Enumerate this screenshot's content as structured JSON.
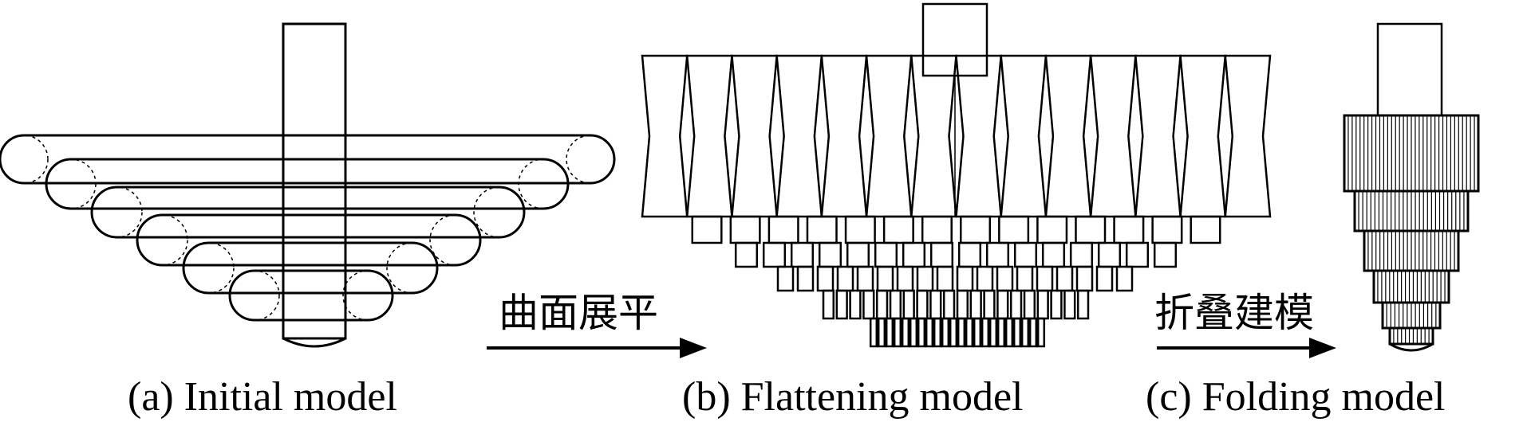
{
  "figure": {
    "panels": [
      {
        "id": "a",
        "caption": "(a) Initial model"
      },
      {
        "id": "b",
        "caption": "(b) Flattening model"
      },
      {
        "id": "c",
        "caption": "(c) Folding model"
      }
    ],
    "arrows": [
      {
        "label": "曲面展平"
      },
      {
        "label": "折叠建模"
      }
    ]
  },
  "colors": {
    "line": "#000000",
    "background": "#ffffff"
  }
}
